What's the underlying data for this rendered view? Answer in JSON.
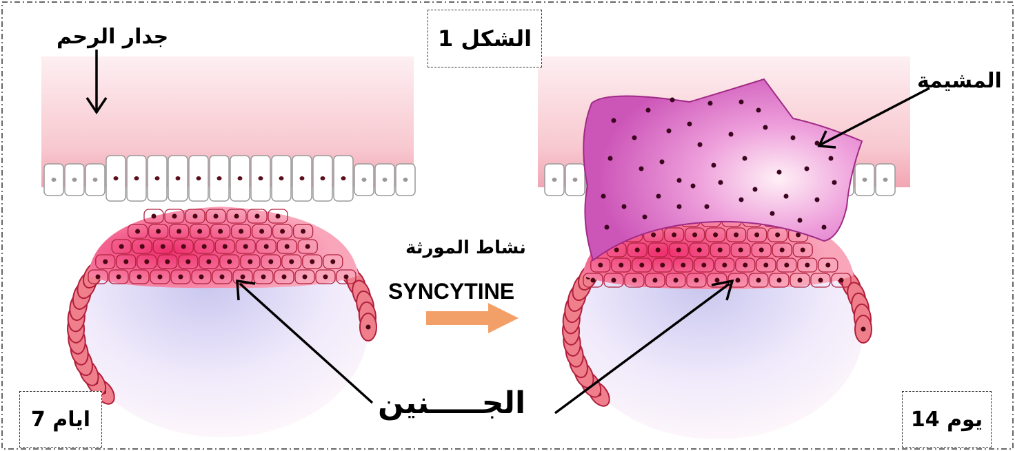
{
  "figure": {
    "title": "الشكل 1",
    "labels": {
      "uterine_wall": "جدار الرحم",
      "placenta": "المشيمة",
      "gene_activity": "نشاط المورثة",
      "gene_name": "SYNCYTINE",
      "embryo": "الجـــــنين",
      "day7": "7 ايام",
      "day14": "14 يوم"
    }
  },
  "colors": {
    "cell_fill": "#f07f8c",
    "cell_stroke": "#b01f3c",
    "placenta": "#d666c2",
    "arrow_orange": "#f08a4a"
  }
}
